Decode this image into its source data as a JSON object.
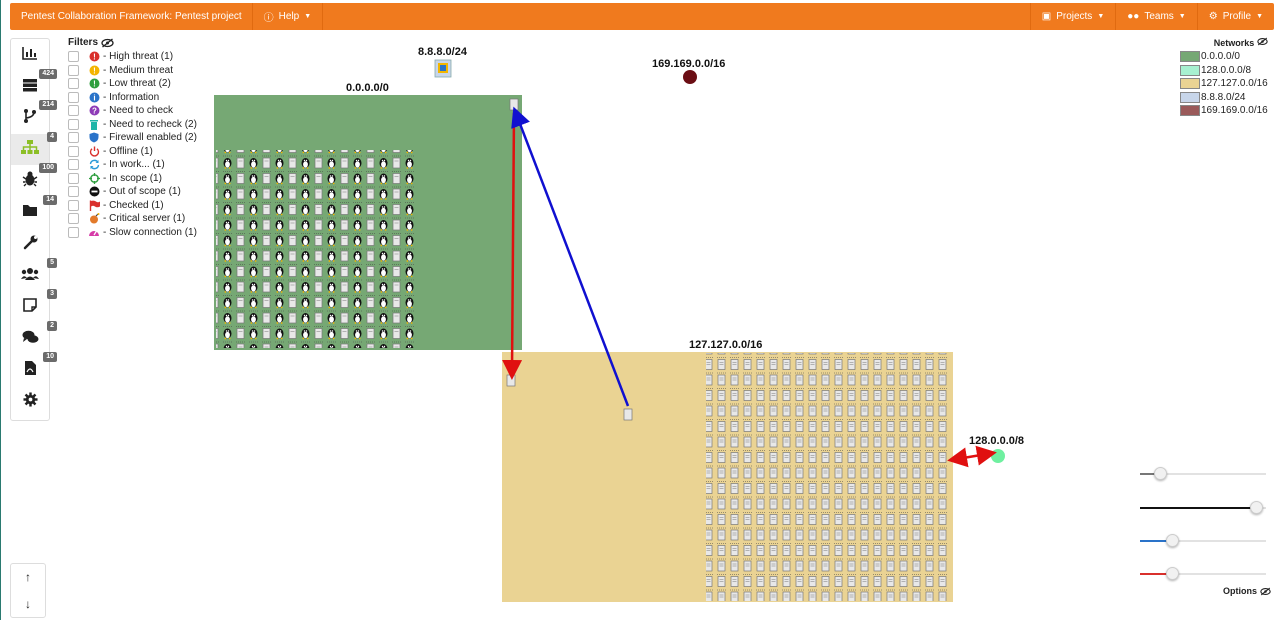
{
  "app": {
    "title": "Pentest Collaboration Framework: Pentest project"
  },
  "topbar": {
    "help": "Help",
    "projects": "Projects",
    "teams": "Teams",
    "profile": "Profile"
  },
  "sidebar": [
    {
      "icon": "chart-icon",
      "badge": ""
    },
    {
      "icon": "hosts-icon",
      "badge": "424"
    },
    {
      "icon": "branch-icon",
      "badge": "214"
    },
    {
      "icon": "network-map-icon",
      "badge": "4",
      "active": true
    },
    {
      "icon": "bug-icon",
      "badge": "100"
    },
    {
      "icon": "folder-icon",
      "badge": "14"
    },
    {
      "icon": "wrench-icon",
      "badge": ""
    },
    {
      "icon": "users-icon",
      "badge": "5"
    },
    {
      "icon": "note-icon",
      "badge": "3"
    },
    {
      "icon": "chat-icon",
      "badge": "2"
    },
    {
      "icon": "report-icon",
      "badge": "10"
    },
    {
      "icon": "gear-icon",
      "badge": ""
    }
  ],
  "filters": {
    "title": "Filters",
    "items": [
      {
        "label": "- High threat (1)",
        "icon": "high-threat-icon",
        "color": "#d9302c"
      },
      {
        "label": "- Medium threat",
        "icon": "medium-threat-icon",
        "color": "#f4b400"
      },
      {
        "label": "- Low threat (2)",
        "icon": "low-threat-icon",
        "color": "#2e9e3e"
      },
      {
        "label": "- Information",
        "icon": "info-icon",
        "color": "#2a73c9"
      },
      {
        "label": "- Need to check",
        "icon": "question-icon",
        "color": "#8e3bb7"
      },
      {
        "label": "- Need to recheck (2)",
        "icon": "trash-icon",
        "color": "#1fb5a8"
      },
      {
        "label": "- Firewall enabled (2)",
        "icon": "shield-icon",
        "color": "#2a73c9"
      },
      {
        "label": "- Offline (1)",
        "icon": "power-icon",
        "color": "#d9302c"
      },
      {
        "label": "- In work... (1)",
        "icon": "sync-icon",
        "color": "#2a9ad8"
      },
      {
        "label": "- In scope (1)",
        "icon": "crosshair-icon",
        "color": "#2e9e3e"
      },
      {
        "label": "- Out of scope (1)",
        "icon": "minus-circle-icon",
        "color": "#111111"
      },
      {
        "label": "- Checked (1)",
        "icon": "flag-icon",
        "color": "#d9302c"
      },
      {
        "label": "- Critical server (1)",
        "icon": "bomb-icon",
        "color": "#e27a2a"
      },
      {
        "label": "- Slow connection (1)",
        "icon": "gauge-icon",
        "color": "#d63ca8"
      }
    ]
  },
  "networks": {
    "title": "Networks",
    "items": [
      {
        "label": "0.0.0.0/0",
        "color": "#76a874"
      },
      {
        "label": "128.0.0.0/8",
        "color": "#a8f0d0"
      },
      {
        "label": "127.127.0.0/16",
        "color": "#ead393"
      },
      {
        "label": "8.8.8.0/24",
        "color": "#c8d6ea"
      },
      {
        "label": "169.169.0.0/16",
        "color": "#9a5a5a"
      }
    ]
  },
  "map": {
    "net0": "0.0.0.0/0",
    "net8": "8.8.8.0/24",
    "net169": "169.169.0.0/16",
    "net127": "127.127.0.0/16",
    "net128": "128.0.0.0/8"
  },
  "sliders": [
    {
      "fill_color": "#777777",
      "level": 0.16
    },
    {
      "fill_color": "#111111",
      "level": 0.92
    },
    {
      "fill_color": "#2a73c9",
      "level": 0.25
    },
    {
      "fill_color": "#d9302c",
      "level": 0.25
    }
  ],
  "options": {
    "label": "Options"
  }
}
